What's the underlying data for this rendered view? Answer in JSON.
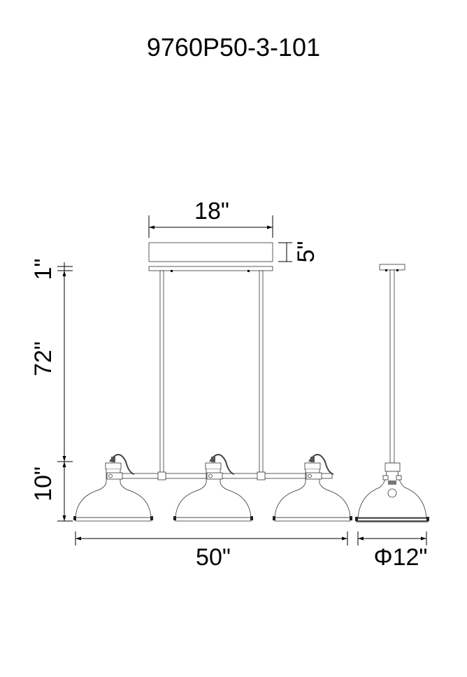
{
  "title": "9760P50-3-101",
  "dimensions": {
    "canopy_width": "18\"",
    "canopy_height": "5\"",
    "top_offset": "1\"",
    "rod_length": "72\"",
    "shade_height": "10\"",
    "overall_width": "50\"",
    "shade_diameter": "Φ12\""
  },
  "shade_count": 3
}
